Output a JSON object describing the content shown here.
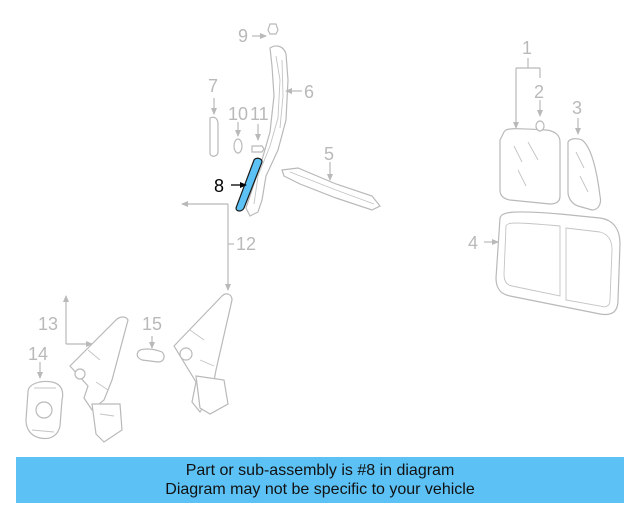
{
  "diagram": {
    "callouts": {
      "c1": "1",
      "c2": "2",
      "c3": "3",
      "c4": "4",
      "c5": "5",
      "c6": "6",
      "c7": "7",
      "c8": "8",
      "c9": "9",
      "c10": "10",
      "c11": "11",
      "c12": "12",
      "c13": "13",
      "c14": "14",
      "c15": "15"
    },
    "highlighted_part": "8",
    "highlight_color": "#5cc1f5",
    "line_color": "#b9b9b9"
  },
  "banner": {
    "line1": "Part or sub-assembly is #8 in diagram",
    "line2": "Diagram may not be specific to your vehicle",
    "background": "#5cc1f5"
  }
}
